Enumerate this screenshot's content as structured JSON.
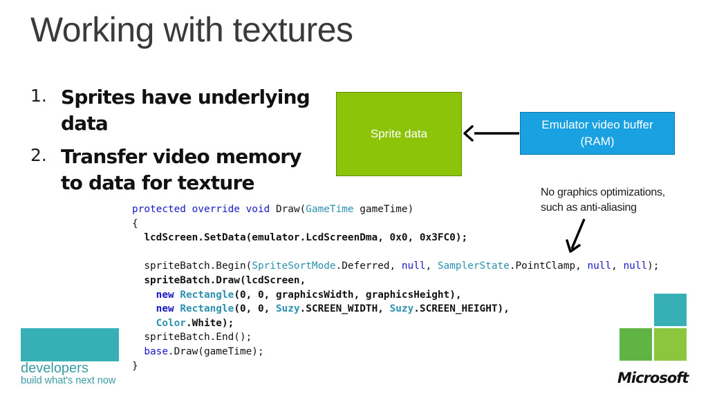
{
  "title": "Working with textures",
  "steps": [
    {
      "num": "1.",
      "text": "Sprites have underlying data"
    },
    {
      "num": "2.",
      "text": "Transfer video memory to data for texture"
    }
  ],
  "diagram": {
    "sprite_box": "Sprite data",
    "buffer_box_line1": "Emulator video buffer",
    "buffer_box_line2": "(RAM)",
    "note_line1": "No graphics optimizations,",
    "note_line2": "such as anti-aliasing"
  },
  "code": [
    [
      [
        "kw",
        "protected"
      ],
      [
        "p",
        " "
      ],
      [
        "kw",
        "override"
      ],
      [
        "p",
        " "
      ],
      [
        "kw",
        "void"
      ],
      [
        "p",
        " Draw("
      ],
      [
        "ty",
        "GameTime"
      ],
      [
        "p",
        " gameTime)"
      ]
    ],
    [
      [
        "p",
        "{"
      ]
    ],
    [
      [
        "b",
        "  lcdScreen.SetData(emulator.LcdScreenDma, 0x0, 0x3FC0);"
      ]
    ],
    [],
    [
      [
        "p",
        "  spriteBatch.Begin("
      ],
      [
        "ty",
        "SpriteSortMode"
      ],
      [
        "p",
        ".Deferred, "
      ],
      [
        "kw",
        "null"
      ],
      [
        "p",
        ", "
      ],
      [
        "ty",
        "SamplerState"
      ],
      [
        "p",
        ".PointClamp, "
      ],
      [
        "kw",
        "null"
      ],
      [
        "p",
        ", "
      ],
      [
        "kw",
        "null"
      ],
      [
        "p",
        ");"
      ]
    ],
    [
      [
        "b",
        "  spriteBatch.Draw(lcdScreen,"
      ]
    ],
    [
      [
        "b",
        "    "
      ],
      [
        "bkw",
        "new"
      ],
      [
        "b",
        " "
      ],
      [
        "bty",
        "Rectangle"
      ],
      [
        "b",
        "(0, 0, graphicsWidth, graphicsHeight),"
      ]
    ],
    [
      [
        "b",
        "    "
      ],
      [
        "bkw",
        "new"
      ],
      [
        "b",
        " "
      ],
      [
        "bty",
        "Rectangle"
      ],
      [
        "b",
        "(0, 0, "
      ],
      [
        "bty",
        "Suzy"
      ],
      [
        "b",
        ".SCREEN_WIDTH, "
      ],
      [
        "bty",
        "Suzy"
      ],
      [
        "b",
        ".SCREEN_HEIGHT),"
      ]
    ],
    [
      [
        "b",
        "    "
      ],
      [
        "bty",
        "Color"
      ],
      [
        "b",
        ".White);"
      ]
    ],
    [
      [
        "p",
        "  spriteBatch.End();"
      ]
    ],
    [
      [
        "p",
        "  "
      ],
      [
        "kw",
        "base"
      ],
      [
        "p",
        ".Draw(gameTime);"
      ]
    ],
    [
      [
        "p",
        "}"
      ]
    ]
  ],
  "branding": {
    "developers_title": "developers",
    "developers_tagline": "build what's next now",
    "company": "Microsoft",
    "colors": {
      "teal": "#36afb5",
      "green": "#5fb443",
      "lime": "#8cc63f",
      "sprite_box": "#8cc40a",
      "buffer_box": "#1aa1e1"
    }
  }
}
